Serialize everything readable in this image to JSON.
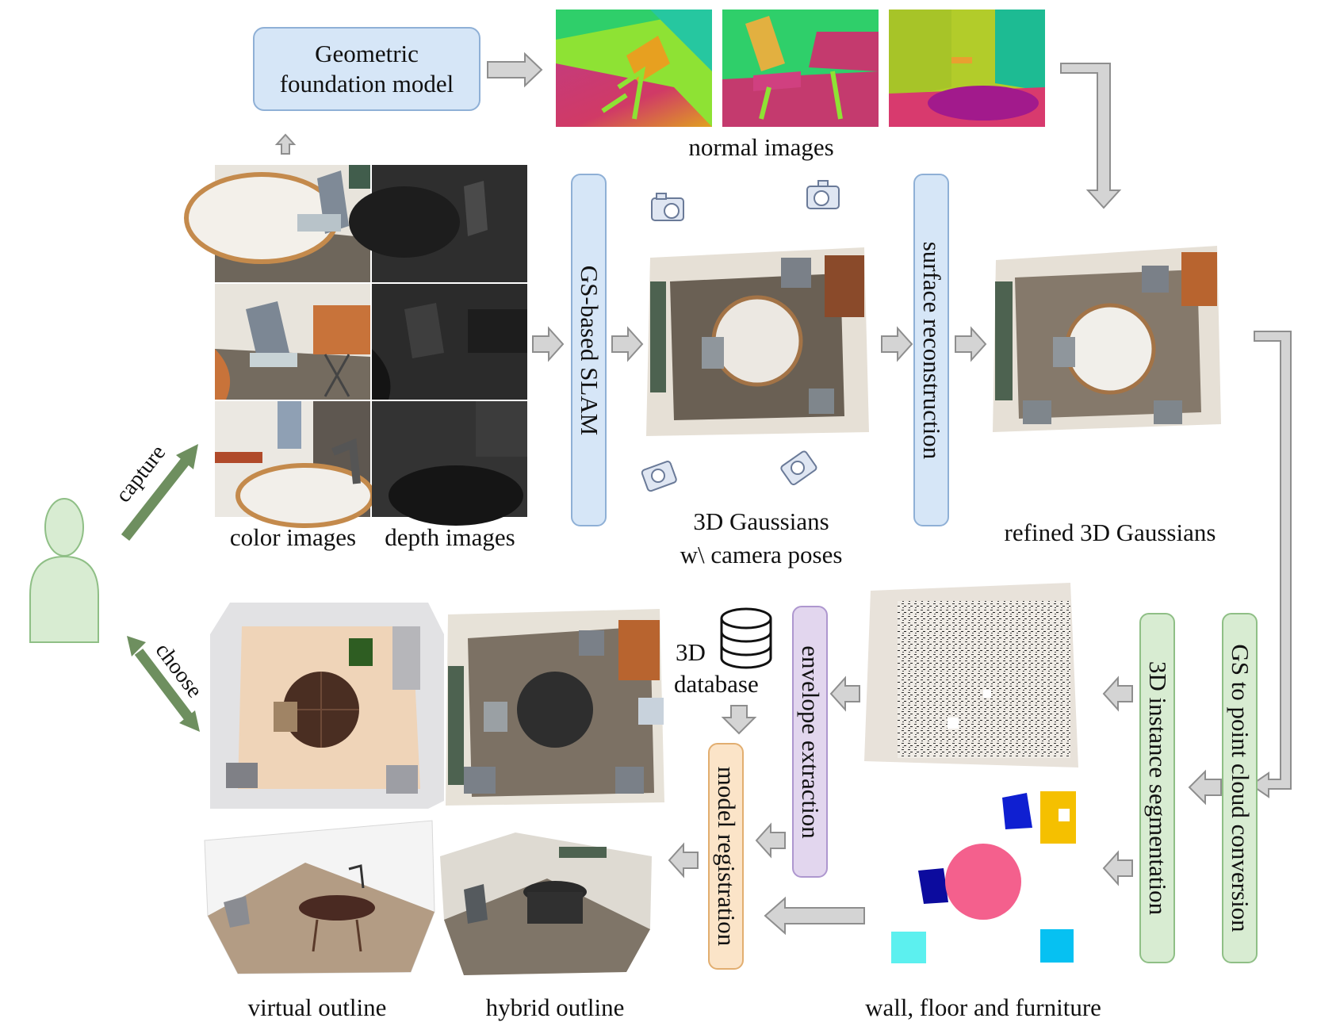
{
  "boxes": {
    "foundation": "Geometric foundation model",
    "slam": "GS-based SLAM",
    "surface": "surface reconstruction",
    "gs_to_pc": "GS to point cloud conversion",
    "instance_seg": "3D instance segmentation",
    "envelope": "envelope extraction",
    "registration": "model registration"
  },
  "labels": {
    "normal_images": "normal images",
    "color_images": "color images",
    "depth_images": "depth images",
    "gaussians_line1": "3D Gaussians",
    "gaussians_line2": "w\\ camera poses",
    "refined": "refined 3D Gaussians",
    "database_line1": "3D",
    "database_line2": "database",
    "virtual_outline": "virtual outline",
    "hybrid_outline": "hybrid outline",
    "wall_floor": "wall, floor and furniture",
    "capture": "capture",
    "choose": "choose"
  },
  "colors": {
    "box_blue": "#d6e6f7",
    "box_green": "#d8ecd2",
    "box_purple": "#e2d6ee",
    "box_orange": "#fbe4c8",
    "user_arrow": "#6e8f5f",
    "flow_arrow": "#d4d4d4"
  },
  "icons": [
    "user-silhouette-icon",
    "camera-icon",
    "database-icon"
  ]
}
